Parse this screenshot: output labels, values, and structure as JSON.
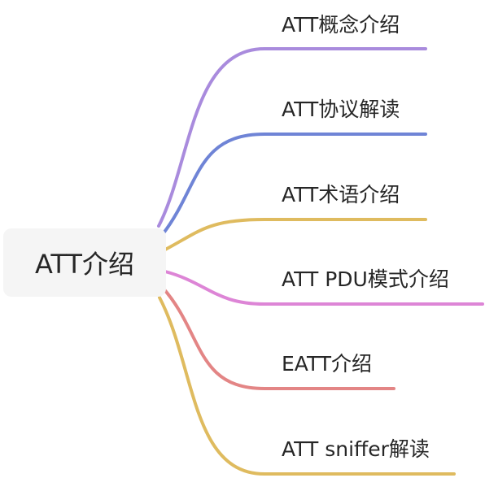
{
  "root": {
    "label": "ATT介绍"
  },
  "branches": [
    {
      "label": "ATT概念介绍",
      "color": "#a98bdd"
    },
    {
      "label": "ATT协议解读",
      "color": "#6f84d6"
    },
    {
      "label": "ATT术语介绍",
      "color": "#dfbb5f"
    },
    {
      "label": "ATT PDU模式介绍",
      "color": "#dd85d6"
    },
    {
      "label": "EATT介绍",
      "color": "#e38585"
    },
    {
      "label": "ATT sniffer解读",
      "color": "#dfbb5f"
    }
  ]
}
